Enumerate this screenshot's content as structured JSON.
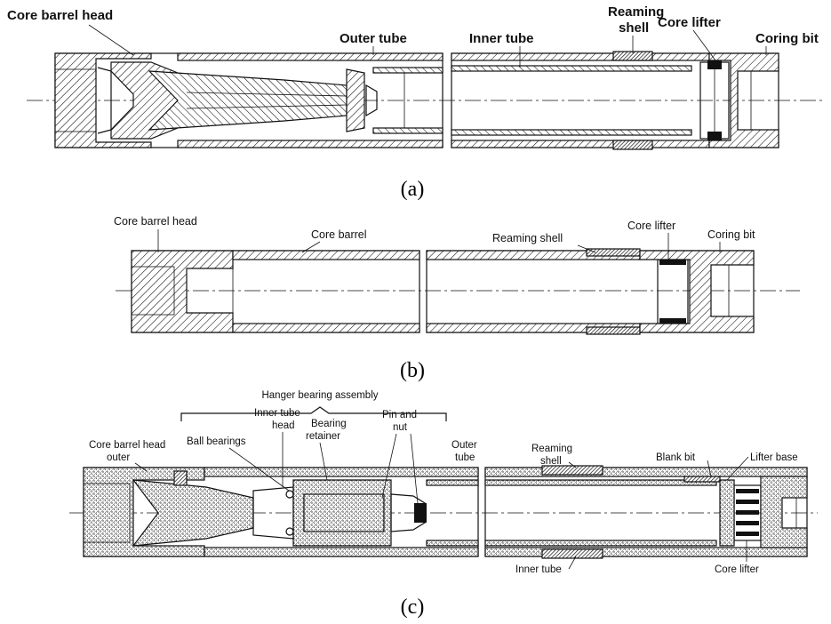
{
  "diagram_a": {
    "caption": "(a)",
    "labels": {
      "core_barrel_head": "Core barrel head",
      "outer_tube": "Outer tube",
      "inner_tube": "Inner tube",
      "reaming_shell": [
        "Reaming",
        "shell"
      ],
      "core_lifter": "Core lifter",
      "coring_bit": "Coring bit"
    }
  },
  "diagram_b": {
    "caption": "(b)",
    "labels": {
      "core_barrel_head": "Core barrel head",
      "core_barrel": "Core barrel",
      "reaming_shell": "Reaming shell",
      "core_lifter": "Core lifter",
      "coring_bit": "Coring bit"
    }
  },
  "diagram_c": {
    "caption": "(c)",
    "labels": {
      "hanger_bearing_assembly": "Hanger bearing assembly",
      "core_barrel_head_outer": [
        "Core barrel head",
        "outer"
      ],
      "ball_bearings": "Ball bearings",
      "inner_tube_head": [
        "Inner tube",
        "head"
      ],
      "bearing_retainer": [
        "Bearing",
        "retainer"
      ],
      "pin_and_nut": [
        "Pin and",
        "nut"
      ],
      "outer_tube": [
        "Outer",
        "tube"
      ],
      "reaming_shell": [
        "Reaming",
        "shell"
      ],
      "blank_bit": "Blank bit",
      "lifter_base": "Lifter base",
      "inner_tube": "Inner tube",
      "core_lifter": "Core lifter"
    }
  },
  "colors": {
    "ink": "#111111",
    "paper": "#ffffff"
  }
}
